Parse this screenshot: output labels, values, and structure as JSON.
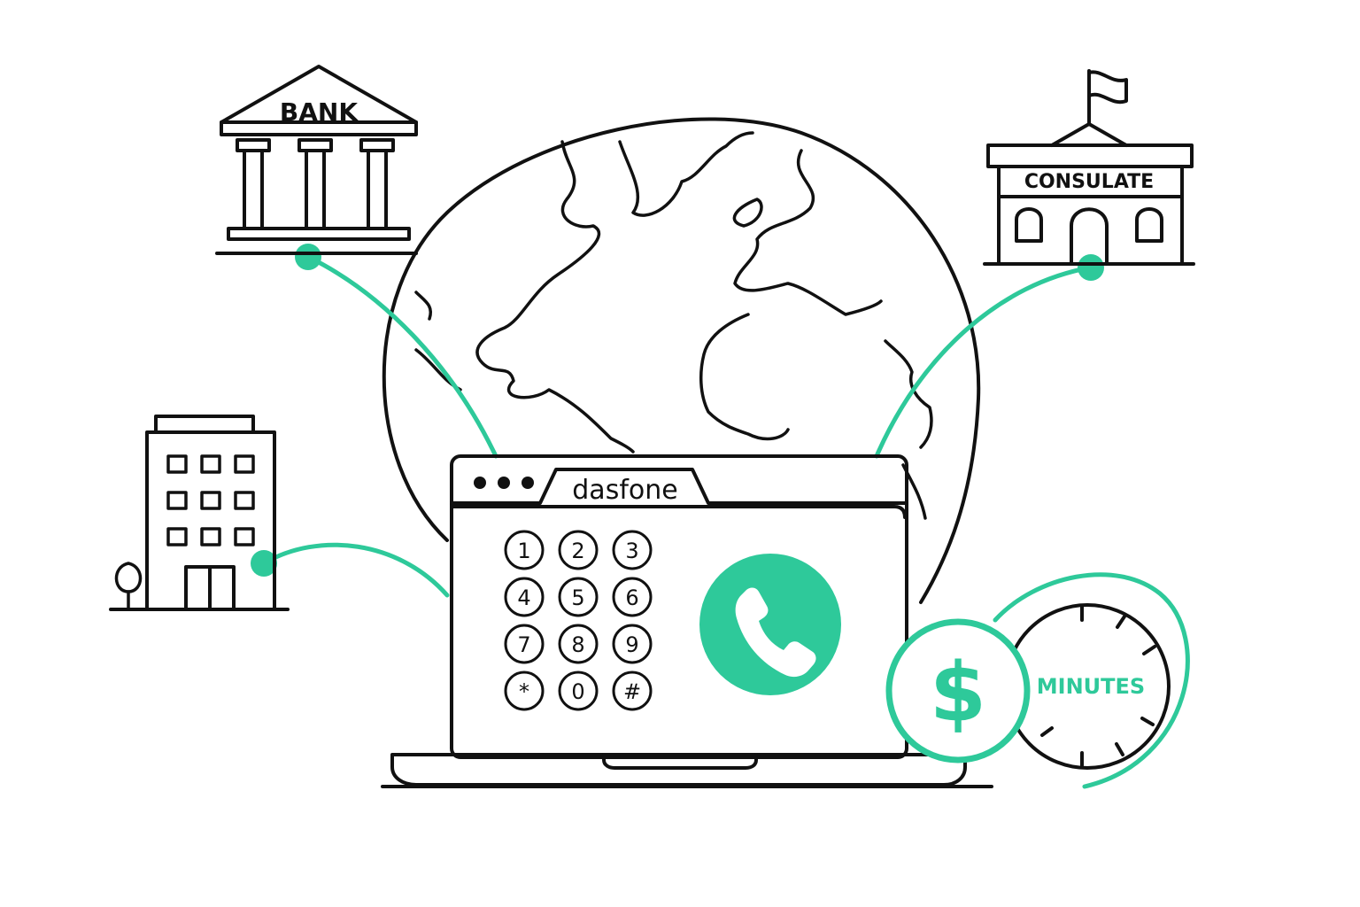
{
  "labels": {
    "bank": "BANK",
    "consulate": "CONSULATE",
    "app_name": "dasfone",
    "minutes": "MINUTES",
    "currency_symbol": "$"
  },
  "keypad": [
    "1",
    "2",
    "3",
    "4",
    "5",
    "6",
    "7",
    "8",
    "9",
    "*",
    "0",
    "#"
  ],
  "colors": {
    "accent": "#2ec99a",
    "ink": "#111111",
    "background": "#ffffff"
  },
  "icons": [
    "bank-icon",
    "consulate-icon",
    "office-building-icon",
    "globe-icon",
    "laptop-icon",
    "phone-icon",
    "dollar-coin-icon",
    "clock-icon",
    "tree-icon",
    "flag-icon"
  ]
}
